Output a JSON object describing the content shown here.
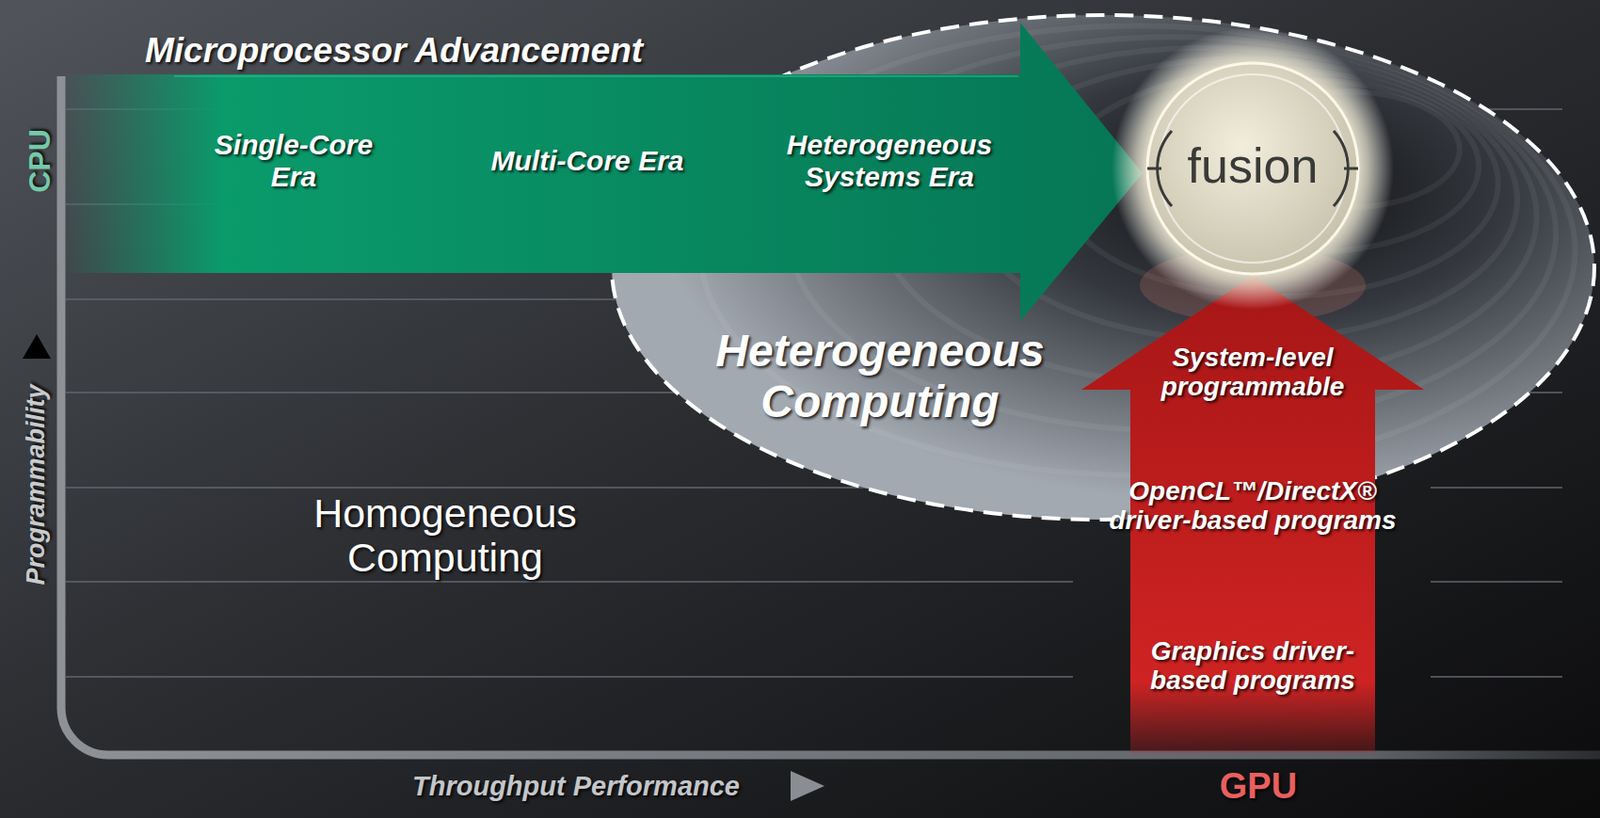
{
  "diagram": {
    "nodes": [
      {
        "text": [
          "Microprocessor Advancement",
          "Single-Core Era",
          "Multi-Core Era",
          "Heterogeneous Systems Era"
        ]
      },
      {
        "text": [
          "Heterogeneous Computing"
        ]
      },
      {
        "text": [
          "fusion"
        ],
        "in": 1
      },
      {
        "text": [
          "System-level programmable",
          "OpenCL™/DirectX® driver-based programs",
          "Graphics driver-based programs"
        ]
      }
    ],
    "labels": [
      "CPU",
      "Programmability",
      "Homogeneous Computing",
      "Throughput Performance",
      "GPU"
    ]
  }
}
